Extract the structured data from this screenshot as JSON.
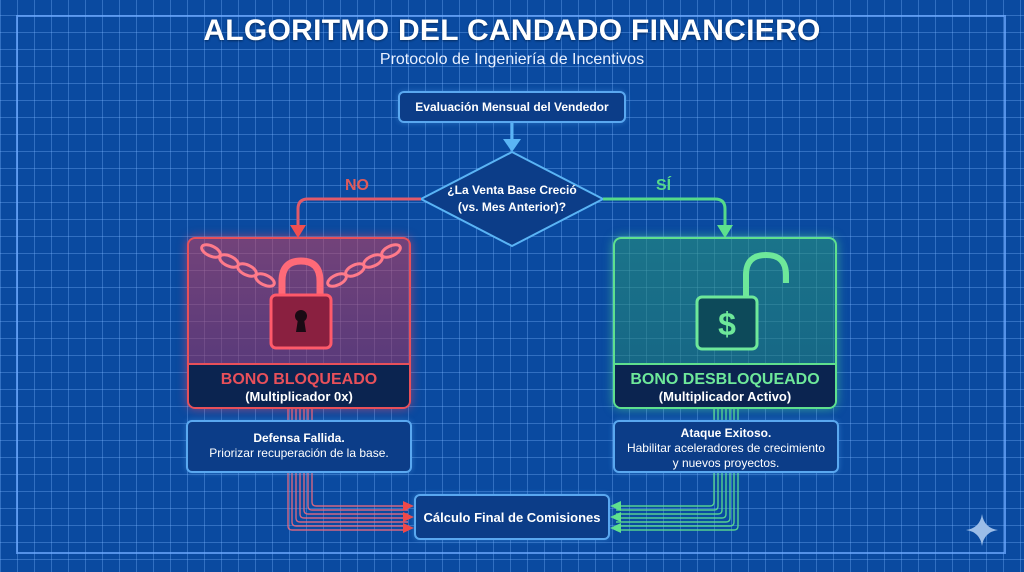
{
  "header": {
    "title": "ALGORITMO DEL CANDADO FINANCIERO",
    "subtitle": "Protocolo de Ingeniería de Incentivos"
  },
  "flow": {
    "start_node": "Evaluación Mensual del Vendedor",
    "decision": {
      "line1": "¿La Venta Base Creció",
      "line2": "(vs. Mes Anterior)?"
    },
    "branch_no": {
      "label": "NO",
      "icon": "locked-padlock-with-chains-icon",
      "title": "BONO BLOQUEADO",
      "subtitle": "(Multiplicador 0x)",
      "note_title": "Defensa Fallida.",
      "note_text": "Priorizar recuperación de la base."
    },
    "branch_yes": {
      "label": "SÍ",
      "icon": "unlocked-padlock-dollar-icon",
      "title": "BONO DESBLOQUEADO",
      "subtitle": "(Multiplicador Activo)",
      "note_title": "Ataque Exitoso.",
      "note_text_line1": "Habilitar aceleradores de crecimiento",
      "note_text_line2": "y nuevos proyectos."
    },
    "final_node": "Cálculo Final de Comisiones"
  },
  "colors": {
    "background": "#0a4aa0",
    "grid": "#78b4ff",
    "node_border": "#5aa8f0",
    "no_red": "#e8505a",
    "yes_green": "#5ee08e"
  },
  "watermark": {
    "icon": "sparkle-icon"
  }
}
